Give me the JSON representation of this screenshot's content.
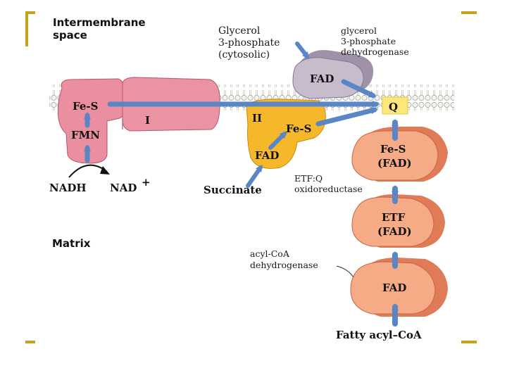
{
  "regions": {
    "intermembrane_line1": "Intermembrane",
    "intermembrane_line2": "space",
    "matrix": "Matrix"
  },
  "complex_I": {
    "fes": "Fe-S",
    "fmn": "FMN",
    "label": "I",
    "nadh": "NADH",
    "nad": "NAD",
    "nad_sup": "+"
  },
  "complex_II": {
    "label": "II",
    "fes": "Fe-S",
    "fad": "FAD",
    "substrate": "Succinate"
  },
  "glycerol": {
    "substrate_line1": "Glycerol",
    "substrate_line2": "3-phosphate",
    "substrate_line3": "(cytosolic)",
    "enzyme_line1": "glycerol",
    "enzyme_line2": "3-phosphate",
    "enzyme_line3": "dehydrogenase",
    "fad": "FAD"
  },
  "quinone": "Q",
  "etf_q": {
    "fes": "Fe-S",
    "fad": "(FAD)",
    "label_line1": "ETF:Q",
    "label_line2": "oxidoreductase"
  },
  "etf": {
    "line1": "ETF",
    "line2": "(FAD)"
  },
  "acyl_coa_dh": {
    "label_line1": "acyl-CoA",
    "label_line2": "dehydrogenase",
    "fad": "FAD",
    "substrate": "Fatty acyl–CoA"
  },
  "colors": {
    "complex_I": "#e98f9f",
    "complex_II": "#f5b82b",
    "glycerol_dh": "#b6aabb",
    "etf": "#f09a75",
    "arrow": "#5b86c6",
    "q_box": "#fbe77a",
    "bracket": "#c8a21c"
  }
}
